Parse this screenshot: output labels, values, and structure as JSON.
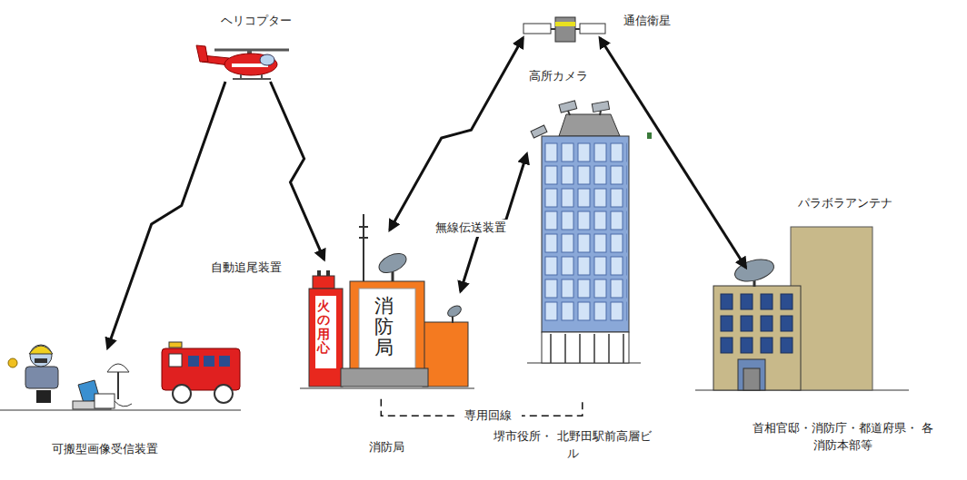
{
  "diagram": {
    "nodes": [
      {
        "text": [
          "ヘリコプター"
        ]
      },
      {
        "text": [
          "通信衛星"
        ]
      },
      {
        "text": [
          "可搬型画像受信装置"
        ]
      },
      {
        "text": [
          "火の用心",
          "消防局",
          "消防局"
        ]
      },
      {
        "text": [
          "堺市役所・ 北野田駅前高層ビル"
        ]
      },
      {
        "text": [
          "首相官邸・消防庁・都道府県・ 各消防本部等"
        ]
      }
    ],
    "edges": [
      {
        "from": 0,
        "to": 2,
        "arrow": "to"
      },
      {
        "from": 0,
        "to": 3,
        "arrow": "to"
      },
      {
        "from": 1,
        "to": 3,
        "arrow": "both"
      },
      {
        "from": 3,
        "to": 4,
        "label": "無線伝送装置",
        "arrow": "both"
      },
      {
        "from": 1,
        "to": 5,
        "arrow": "both"
      },
      {
        "from": 3,
        "to": 4,
        "label": "専用回線",
        "arrow": "none"
      }
    ],
    "labels": [
      "自動追尾装置",
      "高所カメラ",
      "パラボラアンテナ"
    ]
  }
}
